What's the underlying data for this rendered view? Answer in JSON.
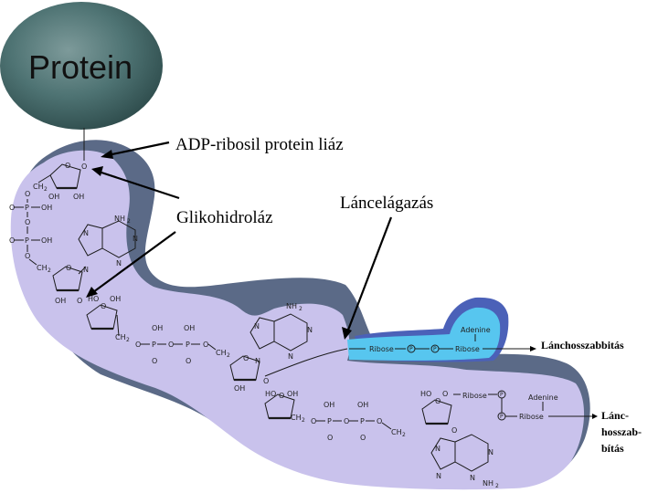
{
  "protein": {
    "label": "Protein"
  },
  "enzymes": {
    "adp_ribosyl": "ADP-ribosil protein liáz",
    "glycohydrolase": "Glikohidroláz",
    "branching": "Láncelágazás"
  },
  "elongation": {
    "right_top": "Lánchosszabbitás",
    "right_bottom_1": "Lánc-",
    "right_bottom_2": "hosszab-",
    "right_bottom_3": "bítás"
  },
  "chem": {
    "oh": "OH",
    "ho": "HO",
    "o": "O",
    "p": "P",
    "ch2": "CH",
    "nh2": "NH",
    "n": "N",
    "ribose": "Ribose",
    "adenine": "Adenine",
    "sub2": "2"
  },
  "colors": {
    "lavender": "#c9c2ec",
    "slate": "#5b6a87",
    "protein": "#4a6e6e",
    "cyan": "#57c6ef",
    "blue": "#4b61b8"
  }
}
